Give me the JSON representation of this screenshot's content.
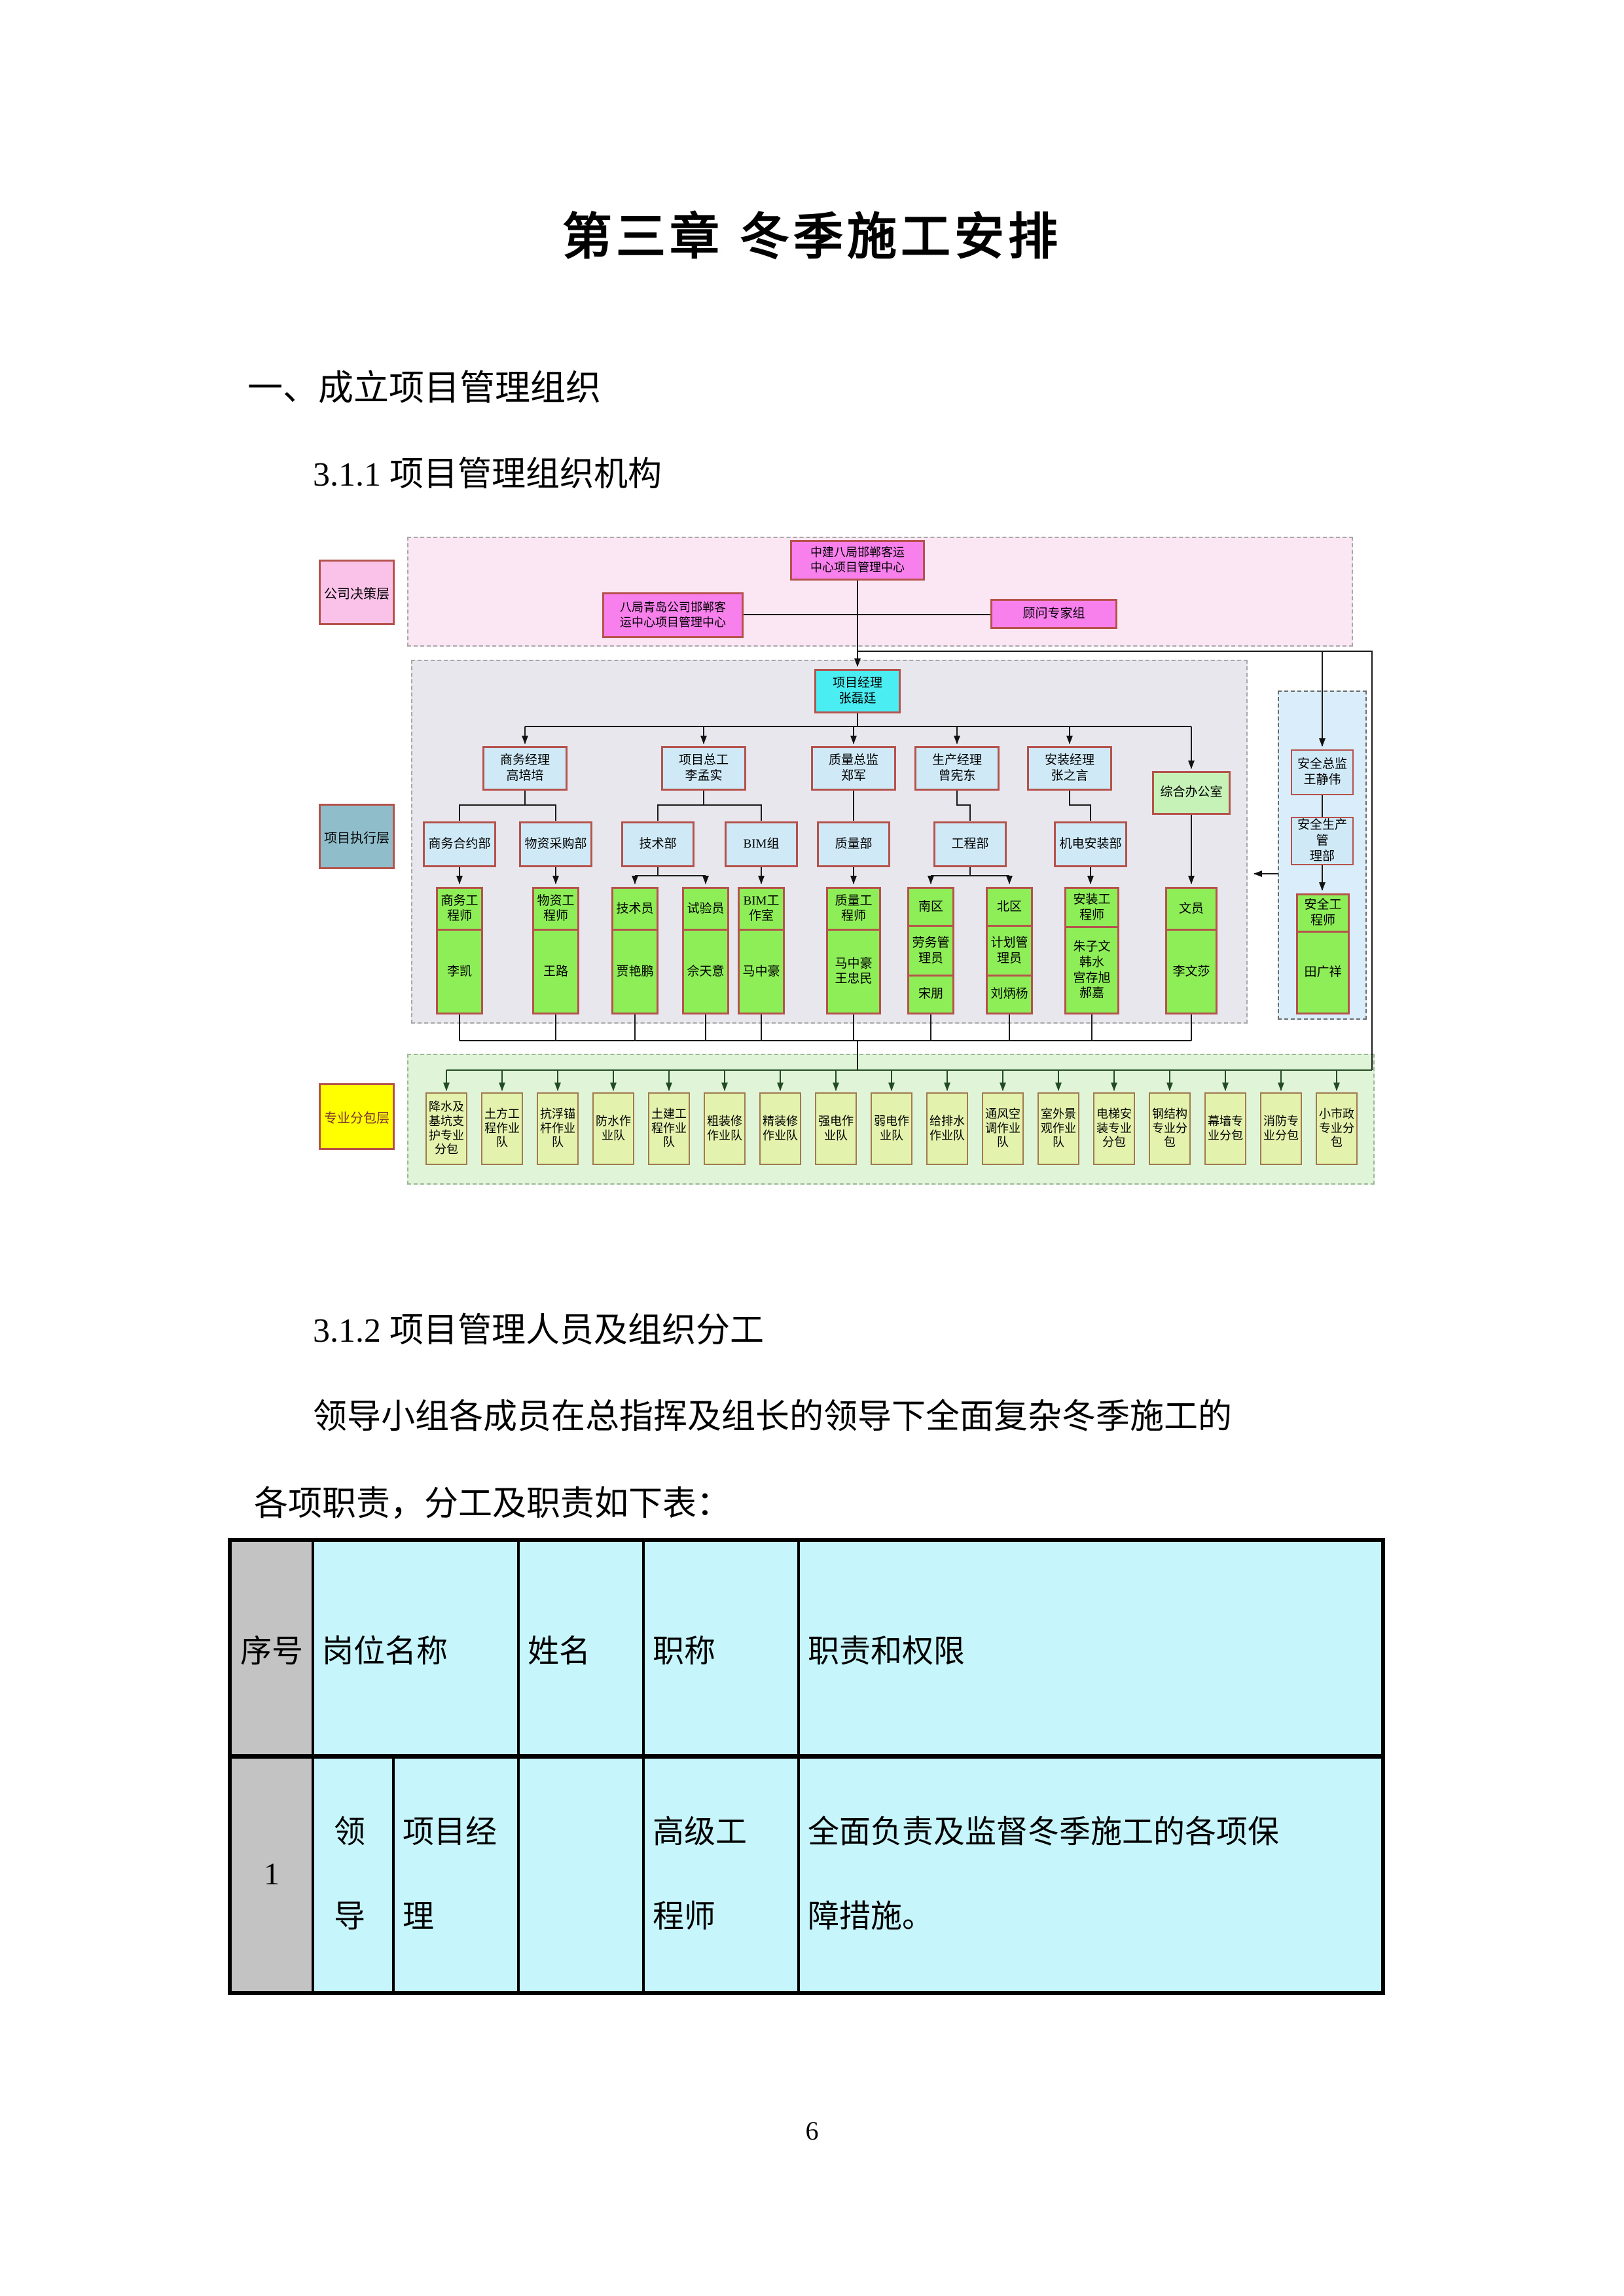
{
  "document": {
    "title": "第三章 冬季施工安排",
    "heading_1": "一、成立项目管理组织",
    "heading_311": "3.1.1 项目管理组织机构",
    "heading_312": "3.1.2 项目管理人员及组织分工",
    "paragraph_line_1": "领导小组各成员在总指挥及组长的领导下全面复杂冬季施工的",
    "paragraph_line_2": "各项职责，分工及职责如下表：",
    "page_number": "6"
  },
  "org_chart": {
    "layer_labels": {
      "decision": "公司决策层",
      "execution": "项目执行层",
      "subcontract": "专业分包层"
    },
    "decision_layer": {
      "hq_box": "中建八局邯郸客运\n中心项目管理中心",
      "qingdao_box": "八局青岛公司邯郸客\n运中心项目管理中心",
      "advisors_box": "顾问专家组"
    },
    "execution_layer": {
      "project_manager": "项目经理\n张磊廷",
      "managers": [
        "商务经理\n高培培",
        "项目总工\n李孟实",
        "质量总监\n郑军",
        "生产经理\n曾宪东",
        "安装经理\n张之言"
      ],
      "office": "综合办公室",
      "departments": [
        "商务合约部",
        "物资采购部",
        "技术部",
        "BIM组",
        "质量部",
        "工程部",
        "机电安装部"
      ],
      "staff": [
        {
          "sections": [
            "商务工程师",
            "李凯"
          ]
        },
        {
          "sections": [
            "物资工程师",
            "王路"
          ]
        },
        {
          "sections": [
            "技术员",
            "贾艳鹏"
          ]
        },
        {
          "sections": [
            "试验员",
            "佘天意"
          ]
        },
        {
          "sections": [
            "BIM工作室",
            "马中豪"
          ]
        },
        {
          "sections": [
            "质量工程师",
            "马中豪\n王忠民"
          ]
        },
        {
          "sections": [
            "南区",
            "劳务管理员",
            "宋朋"
          ]
        },
        {
          "sections": [
            "北区",
            "计划管理员",
            "刘炳杨"
          ]
        },
        {
          "sections": [
            "安装工程师",
            "朱子文\n韩水\n宫存旭\n郝嘉"
          ]
        },
        {
          "sections": [
            "文员",
            "李文莎"
          ]
        }
      ]
    },
    "safety_branch": {
      "director": "安全总监\n王静伟",
      "department": "安全生产管\n理部",
      "engineer": {
        "sections": [
          "安全工程师",
          "田广祥"
        ]
      }
    },
    "subcontract_layer": {
      "teams": [
        "降水及基坑支护专业分包",
        "土方工程作业队",
        "抗浮锚杆作业队",
        "防水作业队",
        "土建工程作业队",
        "粗装修作业队",
        "精装修作业队",
        "强电作业队",
        "弱电作业队",
        "给排水作业队",
        "通风空调作业队",
        "室外景观作业队",
        "电梯安装专业分包",
        "钢结构专业分包",
        "幕墙专业分包",
        "消防专业分包",
        "小市政专业分包"
      ]
    }
  },
  "table": {
    "headers": [
      "序号",
      "岗位名称",
      "姓名",
      "职称",
      "职责和权限"
    ],
    "rows": [
      {
        "no": "1",
        "group": "领导",
        "position": "项目经理",
        "name": "",
        "title": "高级工程师",
        "duty": "全面负责及监督冬季施工的各项保障措施。"
      }
    ]
  }
}
